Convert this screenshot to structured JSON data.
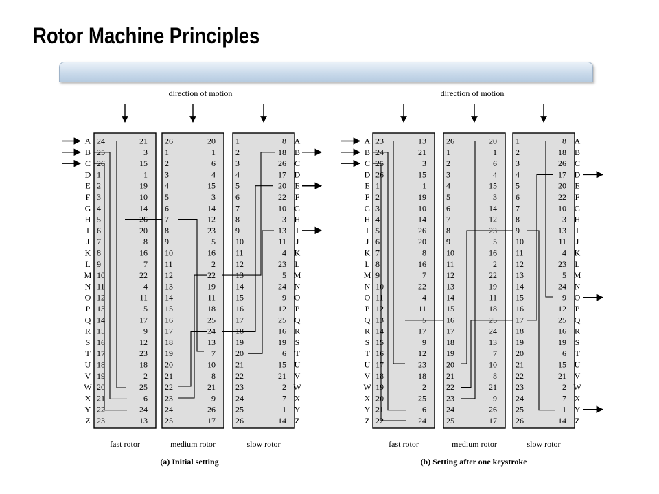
{
  "title": "Rotor Machine Principles",
  "letters": [
    "A",
    "B",
    "C",
    "D",
    "E",
    "F",
    "G",
    "H",
    "I",
    "J",
    "K",
    "L",
    "M",
    "N",
    "O",
    "P",
    "Q",
    "R",
    "S",
    "T",
    "U",
    "V",
    "W",
    "X",
    "Y",
    "Z"
  ],
  "direction_label": "direction of motion",
  "rotor_names": [
    "fast rotor",
    "medium rotor",
    "slow rotor"
  ],
  "panels": [
    {
      "caption": "(a) Initial setting",
      "input_letters": [
        "A",
        "B",
        "C"
      ],
      "output_letters": [
        "B",
        "E",
        "I"
      ],
      "rotors": [
        {
          "left": [
            24,
            25,
            26,
            1,
            2,
            3,
            4,
            5,
            6,
            7,
            8,
            9,
            10,
            11,
            12,
            13,
            14,
            15,
            16,
            17,
            18,
            19,
            20,
            21,
            22,
            23
          ],
          "right": [
            21,
            3,
            15,
            1,
            19,
            10,
            14,
            26,
            20,
            8,
            16,
            7,
            22,
            4,
            11,
            5,
            17,
            9,
            12,
            23,
            18,
            2,
            25,
            6,
            24,
            13
          ]
        },
        {
          "left": [
            26,
            1,
            2,
            3,
            4,
            5,
            6,
            7,
            8,
            9,
            10,
            11,
            12,
            13,
            14,
            15,
            16,
            17,
            18,
            19,
            20,
            21,
            22,
            23,
            24,
            25
          ],
          "right": [
            20,
            1,
            6,
            4,
            15,
            3,
            14,
            12,
            23,
            5,
            16,
            2,
            22,
            19,
            11,
            18,
            25,
            24,
            13,
            7,
            10,
            8,
            21,
            9,
            26,
            17
          ]
        },
        {
          "left": [
            1,
            2,
            3,
            4,
            5,
            6,
            7,
            8,
            9,
            10,
            11,
            12,
            13,
            14,
            15,
            16,
            17,
            18,
            19,
            20,
            21,
            22,
            23,
            24,
            25,
            26
          ],
          "right": [
            8,
            18,
            26,
            17,
            20,
            22,
            10,
            3,
            13,
            11,
            4,
            23,
            5,
            24,
            9,
            12,
            25,
            16,
            19,
            6,
            15,
            21,
            2,
            7,
            1,
            14
          ]
        }
      ]
    },
    {
      "caption": "(b) Setting after one keystroke",
      "input_letters": [
        "A",
        "B",
        "C"
      ],
      "output_letters": [
        "D",
        "O",
        "Y"
      ],
      "rotors": [
        {
          "left": [
            23,
            24,
            25,
            26,
            1,
            2,
            3,
            4,
            5,
            6,
            7,
            8,
            9,
            10,
            11,
            12,
            13,
            14,
            15,
            16,
            17,
            18,
            19,
            20,
            21,
            22
          ],
          "right": [
            13,
            21,
            3,
            15,
            1,
            19,
            10,
            14,
            26,
            20,
            8,
            16,
            7,
            22,
            4,
            11,
            5,
            17,
            9,
            12,
            23,
            18,
            2,
            25,
            6,
            24
          ]
        },
        {
          "left": [
            26,
            1,
            2,
            3,
            4,
            5,
            6,
            7,
            8,
            9,
            10,
            11,
            12,
            13,
            14,
            15,
            16,
            17,
            18,
            19,
            20,
            21,
            22,
            23,
            24,
            25
          ],
          "right": [
            20,
            1,
            6,
            4,
            15,
            3,
            14,
            12,
            23,
            5,
            16,
            2,
            22,
            19,
            11,
            18,
            25,
            24,
            13,
            7,
            10,
            8,
            21,
            9,
            26,
            17
          ]
        },
        {
          "left": [
            1,
            2,
            3,
            4,
            5,
            6,
            7,
            8,
            9,
            10,
            11,
            12,
            13,
            14,
            15,
            16,
            17,
            18,
            19,
            20,
            21,
            22,
            23,
            24,
            25,
            26
          ],
          "right": [
            8,
            18,
            26,
            17,
            20,
            22,
            10,
            3,
            13,
            11,
            4,
            23,
            5,
            24,
            9,
            12,
            25,
            16,
            19,
            6,
            15,
            21,
            2,
            7,
            1,
            14
          ]
        }
      ]
    }
  ]
}
